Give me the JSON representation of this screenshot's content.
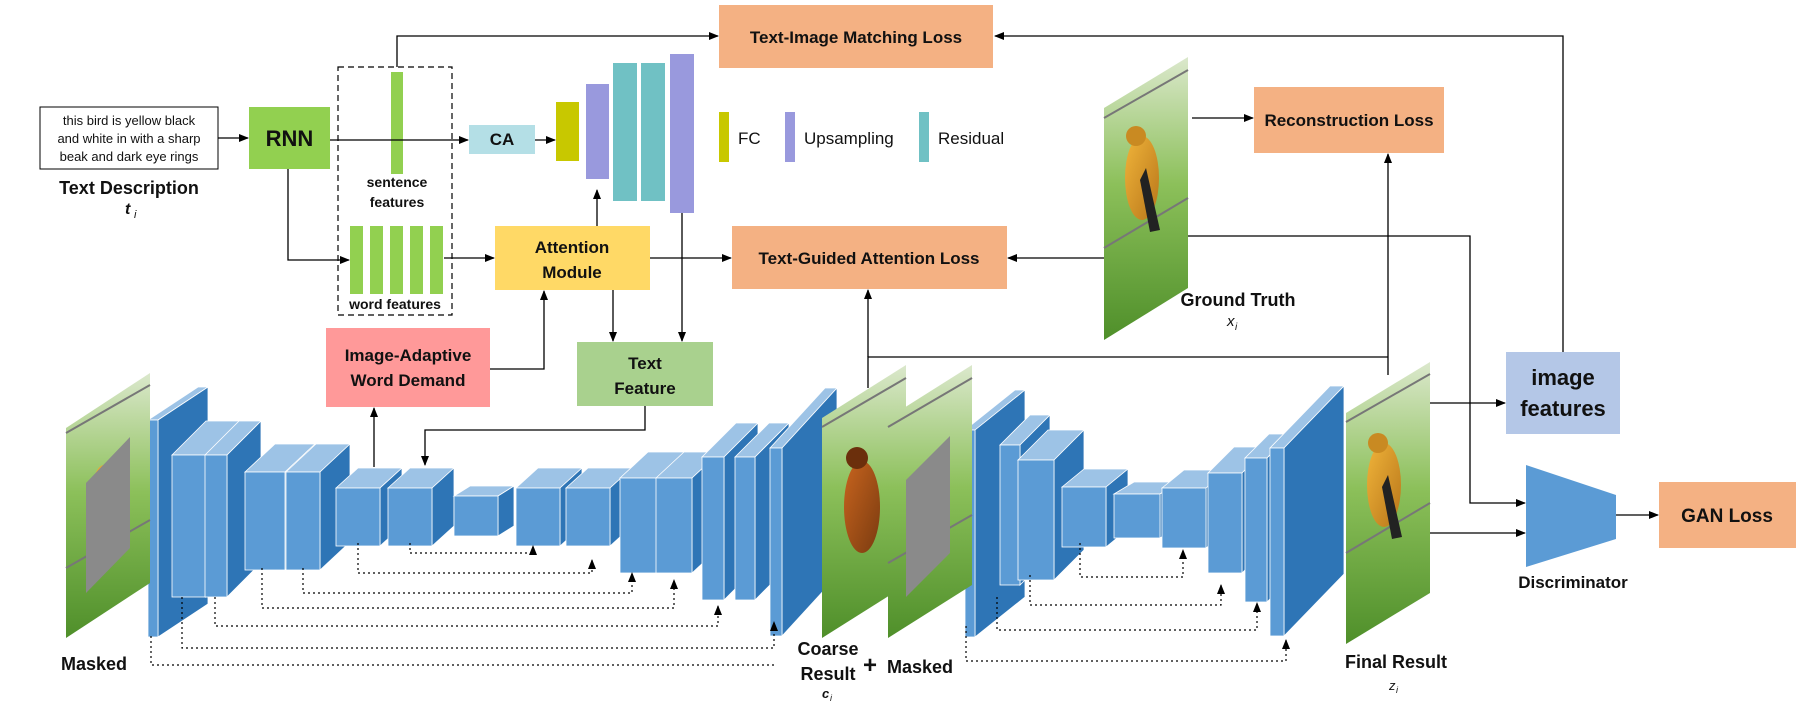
{
  "text_description": {
    "sentence": [
      "this bird is yellow black",
      "and white in with a sharp",
      "beak and dark eye rings"
    ],
    "label": "Text Description",
    "symbol": "t",
    "symbol_sub": "i"
  },
  "rnn": "RNN",
  "ca": "CA",
  "sentence_features": [
    "sentence",
    "features"
  ],
  "word_features": "word features",
  "attention_module": [
    "Attention",
    "Module"
  ],
  "text_feature": [
    "Text",
    "Feature"
  ],
  "image_adaptive": [
    "Image-Adaptive",
    "Word Demand"
  ],
  "legend": {
    "fc": "FC",
    "upsampling": "Upsampling",
    "residual": "Residual"
  },
  "losses": {
    "matching": "Text-Image Matching Loss",
    "reconstruction": "Reconstruction Loss",
    "attention": "Text-Guided Attention Loss",
    "gan": "GAN Loss"
  },
  "ground_truth": {
    "label": "Ground Truth",
    "symbol": "x",
    "symbol_sub": "i"
  },
  "image_features": [
    "image",
    "features"
  ],
  "discriminator": "Discriminator",
  "masked_left": "Masked",
  "coarse_result": {
    "line1": "Coarse",
    "line2": "Result",
    "symbol": "c",
    "symbol_sub": "i"
  },
  "plus": "+",
  "masked_right": "Masked",
  "final_result": {
    "label": "Final Result",
    "symbol": "z",
    "symbol_sub": "i"
  },
  "colors": {
    "green": "#92d050",
    "loss_orange": "#f4b183",
    "attention_yellow": "#ffd966",
    "pink": "#ff9999",
    "text_feature_green": "#a9d18e",
    "ca_blue": "#b4dfe6",
    "fc_yellow": "#c8c800",
    "upsampling_purple": "#9999dd",
    "residual_teal": "#70c1c4",
    "image_features_blue": "#b4c7e7",
    "cube_blue": "#5b9bd5"
  }
}
